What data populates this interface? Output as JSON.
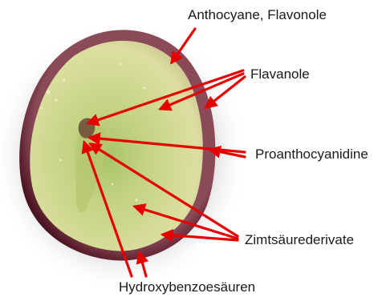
{
  "labels": {
    "anthocyane": "Anthocyane, Flavonole",
    "flavanole": "Flavanole",
    "proanthocyanidine": "Proanthocyanidine",
    "zimtsaeure": "Zimtsäurederivate",
    "hydroxybenzoe": "Hydroxybenzoesäuren"
  },
  "colors": {
    "arrow": "#e60000",
    "skin_dark": "#5a1f2c",
    "pulp": "#cfd88a",
    "pulp_center": "#b9cc6f",
    "background": "#ffffff"
  }
}
